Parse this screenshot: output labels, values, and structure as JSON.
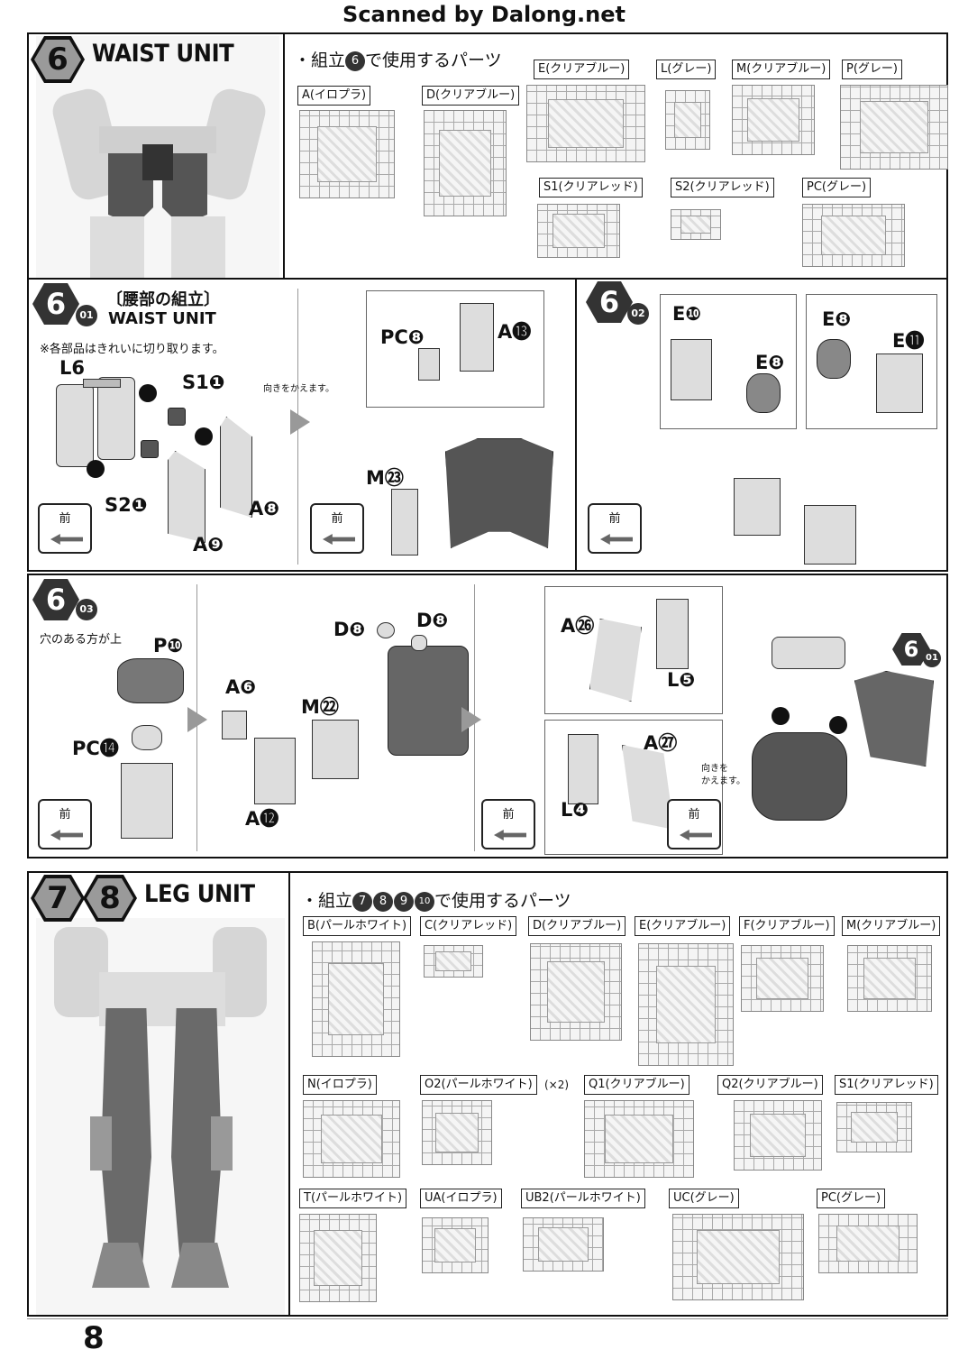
{
  "header": {
    "scan_credit": "Scanned by Dalong.net"
  },
  "waist_unit": {
    "step_number": "6",
    "title": "WAIST UNIT",
    "parts_heading_prefix": "・組立",
    "parts_heading_step": "6",
    "parts_heading_suffix": "で使用するパーツ",
    "runners": [
      {
        "label": "A(イロプラ)"
      },
      {
        "label": "D(クリアブルー)"
      },
      {
        "label": "E(クリアブルー)"
      },
      {
        "label": "L(グレー)"
      },
      {
        "label": "M(クリアブルー)"
      },
      {
        "label": "P(グレー)"
      },
      {
        "label": "S1(クリアレッド)"
      },
      {
        "label": "S2(クリアレッド)"
      },
      {
        "label": "PC(グレー)"
      }
    ]
  },
  "step_6_01": {
    "step_number": "6",
    "sub_number": "01",
    "title_jp": "〔腰部の組立〕",
    "title_en": "WAIST UNIT",
    "note_cut": "※各部品はきれいに切り取ります。",
    "note_turn": "向きをかえます。",
    "parts": [
      "L6",
      "S1❶",
      "S2❶",
      "A❽",
      "A❾",
      "PC❽",
      "A⓭",
      "M㉓"
    ],
    "front_label": "前"
  },
  "step_6_02": {
    "step_number": "6",
    "sub_number": "02",
    "parts": [
      "E❿",
      "E❽",
      "E❽",
      "E⓫"
    ],
    "front_label": "前"
  },
  "step_6_03": {
    "step_number": "6",
    "sub_number": "03",
    "note_hole": "穴のある方が上",
    "note_turn": "向きを\nかえます。",
    "parts": [
      "P❿",
      "PC⓮",
      "A❻",
      "M㉒",
      "A⓬",
      "D❽",
      "D❽",
      "A㉖",
      "L❺",
      "A㉗",
      "L❹"
    ],
    "ref_step": "6",
    "ref_sub": "01",
    "front_label": "前"
  },
  "leg_unit": {
    "step_numbers": [
      "7",
      "8"
    ],
    "title": "LEG UNIT",
    "parts_heading_prefix": "・組立",
    "parts_heading_steps": [
      "7",
      "8",
      "9",
      "10"
    ],
    "parts_heading_suffix": "で使用するパーツ",
    "runners": [
      {
        "label": "B(パールホワイト)"
      },
      {
        "label": "C(クリアレッド)"
      },
      {
        "label": "D(クリアブルー)"
      },
      {
        "label": "E(クリアブルー)"
      },
      {
        "label": "F(クリアブルー)"
      },
      {
        "label": "M(クリアブルー)"
      },
      {
        "label": "N(イロプラ)"
      },
      {
        "label": "O2(パールホワイト)"
      },
      {
        "label": "Q1(クリアブルー)"
      },
      {
        "label": "Q2(クリアブルー)"
      },
      {
        "label": "S1(クリアレッド)"
      },
      {
        "label": "T(パールホワイト)"
      },
      {
        "label": "UA(イロプラ)"
      },
      {
        "label": "UB2(パールホワイト)"
      },
      {
        "label": "UC(グレー)"
      },
      {
        "label": "PC(グレー)"
      }
    ],
    "o2_multiplier": "(×2)"
  },
  "footer": {
    "page_number": "8"
  }
}
